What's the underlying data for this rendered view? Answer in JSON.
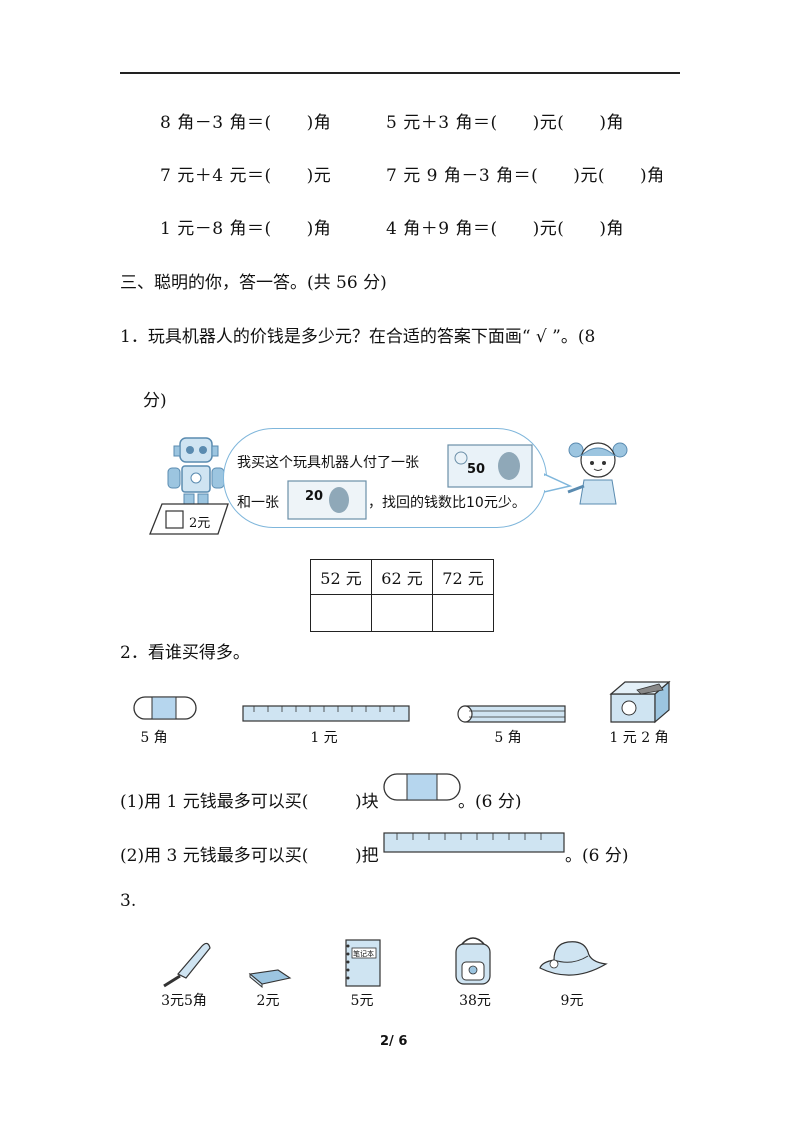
{
  "equations": [
    {
      "left": "8 角－3 角＝(　　)角",
      "right": "5 元＋3 角＝(　　)元(　　)角"
    },
    {
      "left": "7 元＋4 元＝(　　)元",
      "right": "7 元 9 角－3 角＝(　　)元(　　)角"
    },
    {
      "left": "1 元－8 角＝(　　)角",
      "right": "4 角＋9 角＝(　　)元(　　)角"
    }
  ],
  "section3": {
    "title": "三、聪明的你，答一答。(共 56 分)"
  },
  "q1": {
    "line1": "1．玩具机器人的价钱是多少元？在合适的答案下面画“ √ ”。(8",
    "line2": "分)",
    "price_tag": "2元",
    "speech_1": "我买这个玩具机器人付了一张",
    "speech_2a": "和一张",
    "speech_2b": "，找回的钱数比10元少。",
    "note_50": "50",
    "note_20": "20",
    "options": [
      "52 元",
      "62 元",
      "72 元"
    ]
  },
  "q2": {
    "title": "2．看谁买得多。",
    "prices": [
      "5 角",
      "1 元",
      "5 角",
      "1 元 2 角"
    ],
    "sub1_a": "(1)用 1 元钱最多可以买(",
    "sub1_b": ")块",
    "sub1_c": "。(6 分)",
    "sub2_a": "(2)用 3 元钱最多可以买(",
    "sub2_b": ")把",
    "sub2_c": "。(6 分)"
  },
  "q3": {
    "title": "3.",
    "prices": [
      "3元5角",
      "2元",
      "5元",
      "38元",
      "9元"
    ],
    "notebook_label": "笔记本"
  },
  "footer": {
    "page": "2/ 6"
  }
}
